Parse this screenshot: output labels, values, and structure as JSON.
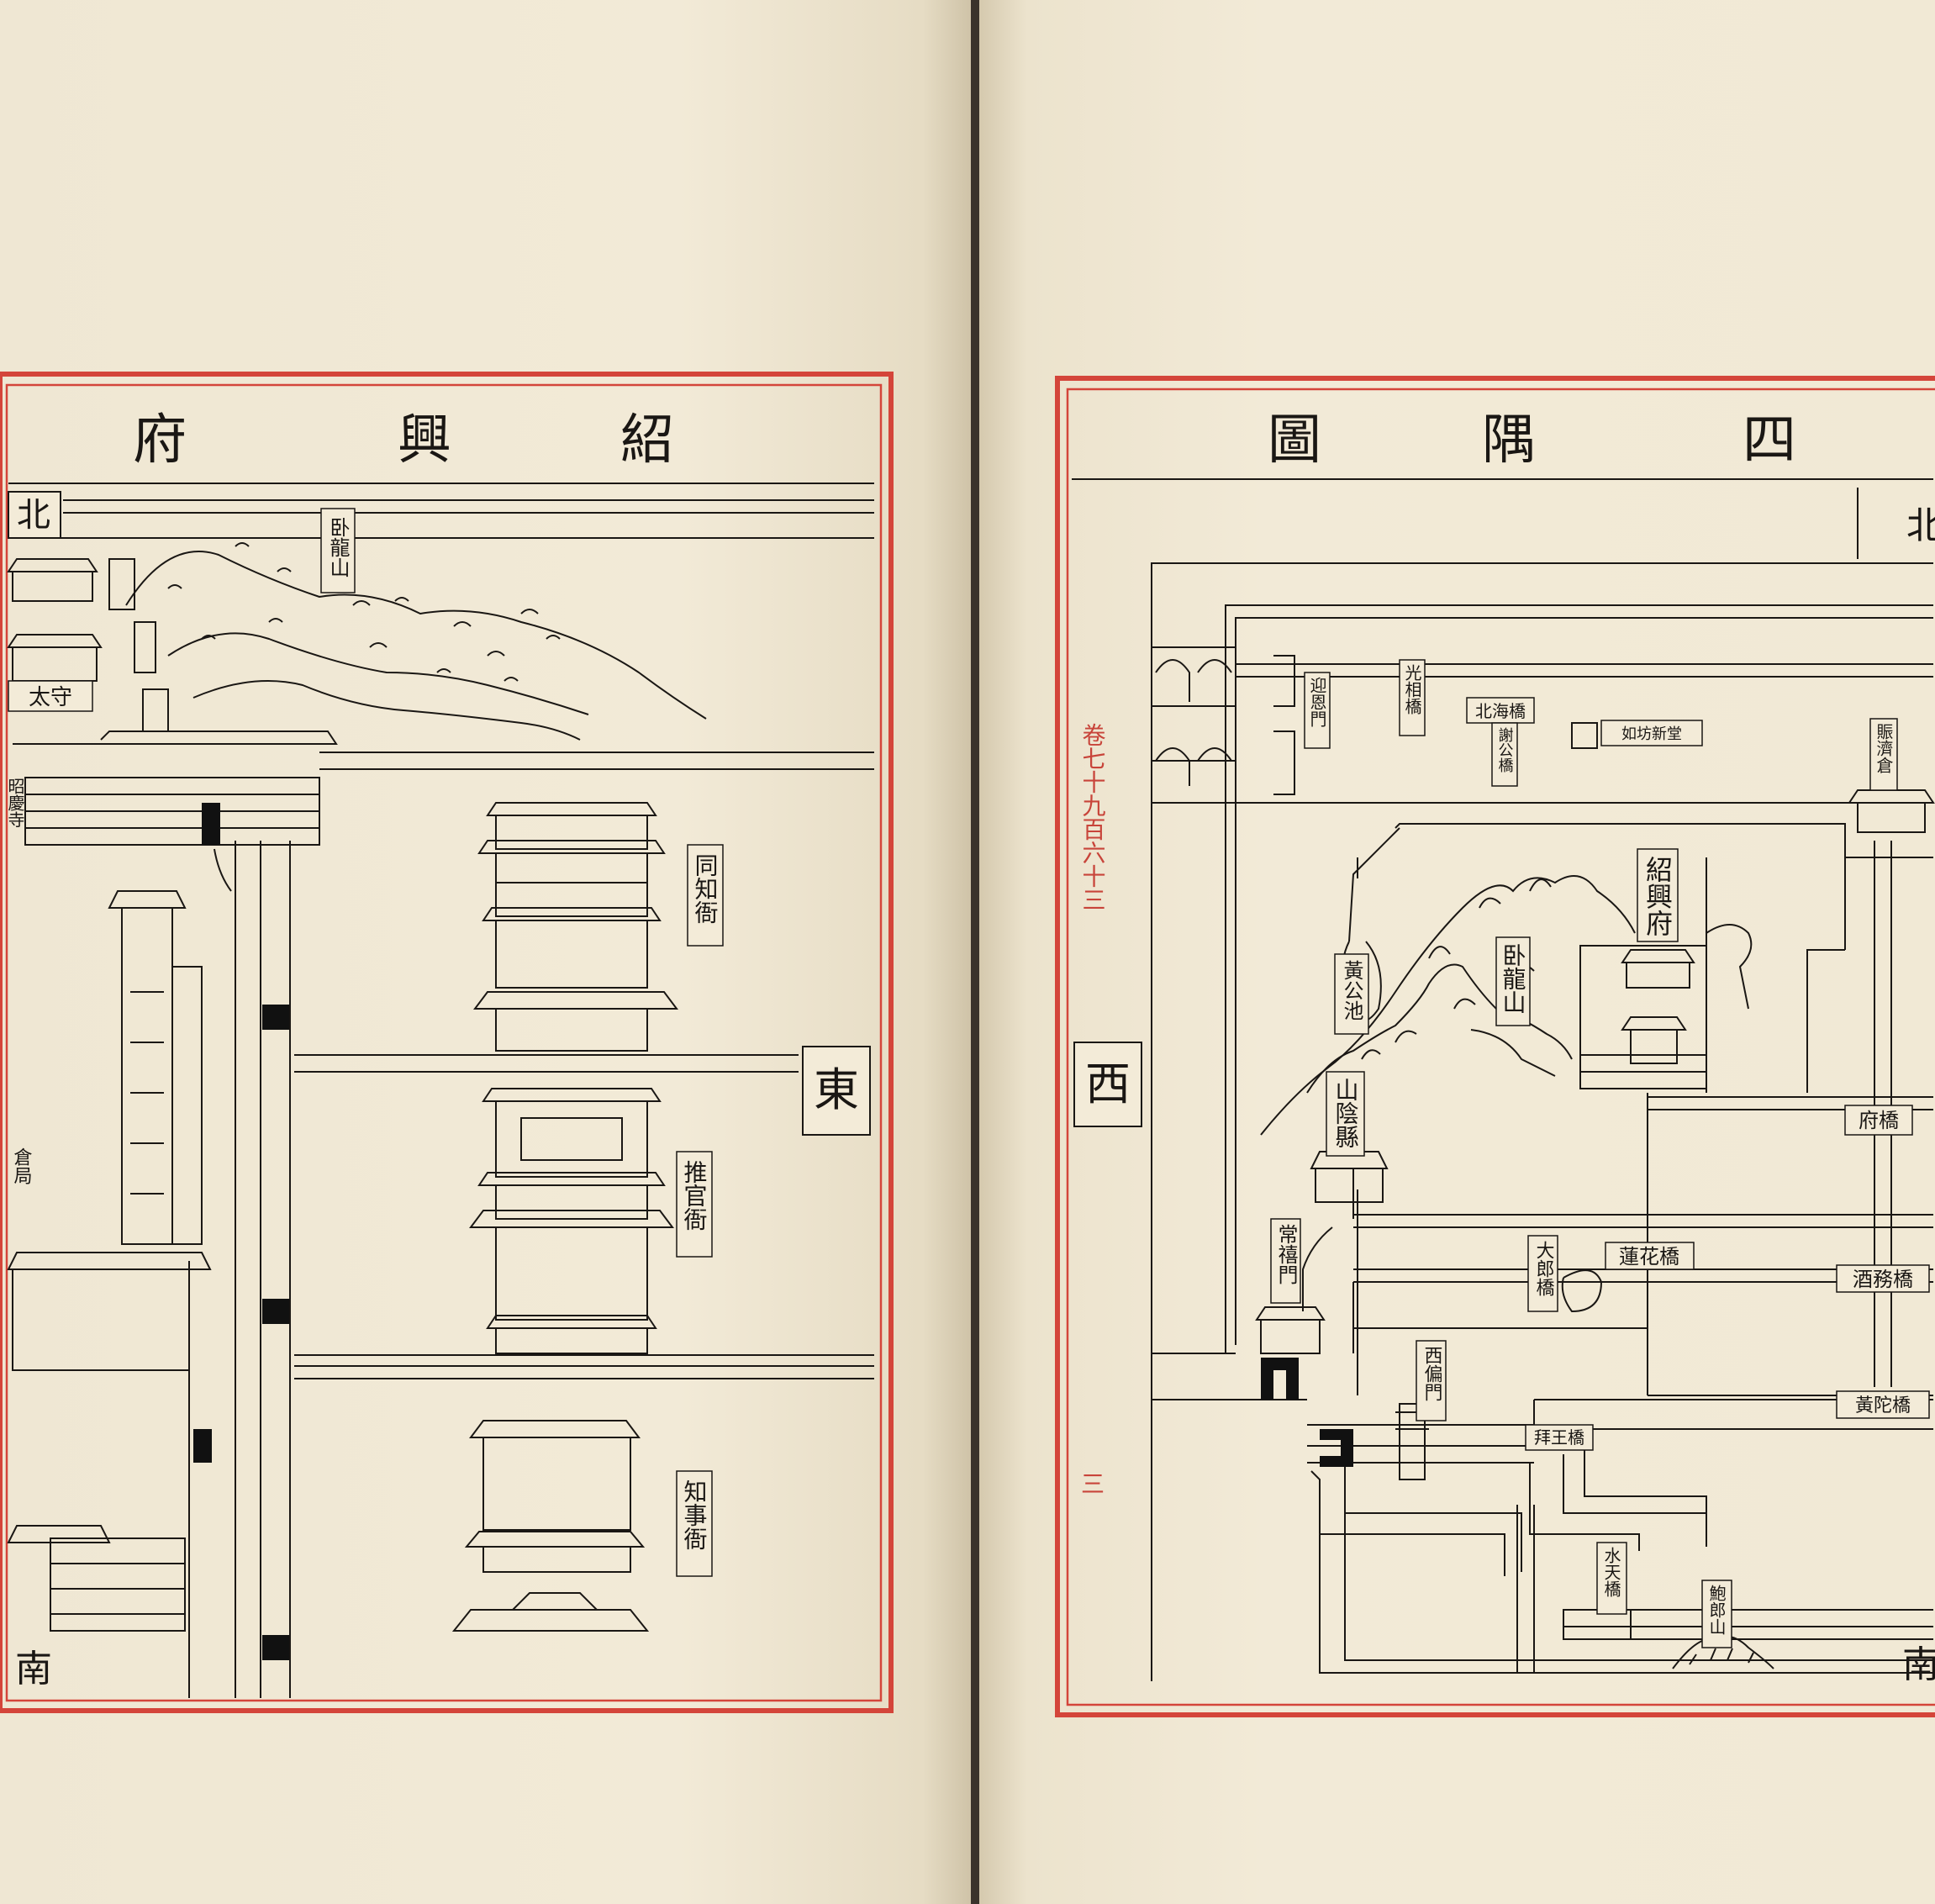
{
  "left_page": {
    "title": [
      "紹",
      "興",
      "府"
    ],
    "direction_north": "北",
    "direction_east": "東",
    "direction_south": "南",
    "labels": {
      "wolong_mountain": "卧龍山",
      "tongzhi_yamen": "同知衙",
      "tuiguan_yamen": "推官衙",
      "zhishi_yamen": "知事衙",
      "taishou": "太守",
      "shaoxing_temple": "昭慶寺",
      "partial_side": "倉局"
    }
  },
  "right_page": {
    "title": [
      "四",
      "隅",
      "圖"
    ],
    "direction_north": "北",
    "direction_west": "西",
    "direction_south": "南",
    "margin_volume": "卷七十九百六十三",
    "margin_page": "三",
    "labels": {
      "yingen_gate": "迎恩門",
      "guangxiang_bridge": "光相橋",
      "beihai_bridge": "北海橋",
      "xiegong_bridge": "謝公橋",
      "rufang_shelf": "如坊新堂",
      "zhenghu_hall": "賑濟倉",
      "shaoxing_fu": "紹興府",
      "huanggong_pond": "黃公池",
      "wolong_mountain": "卧龍山",
      "shanyin_county": "山陰縣",
      "fu_bridge": "府橋",
      "changxi_gate": "常禧門",
      "dalang_bridge": "大郎橋",
      "lianhua_bridge": "蓮花橋",
      "jiuwu_bridge": "酒務橋",
      "xipian_gate": "西偏門",
      "yizhen_bridge": "拜王橋",
      "huangtuo_bridge": "黃陀橋",
      "shuitian_bridge": "水天橋",
      "baolang_mountain": "鮑郎山"
    }
  },
  "colors": {
    "frame_red": "#d4453a",
    "ink": "#1a1714",
    "paper": "#f1e9d5"
  }
}
